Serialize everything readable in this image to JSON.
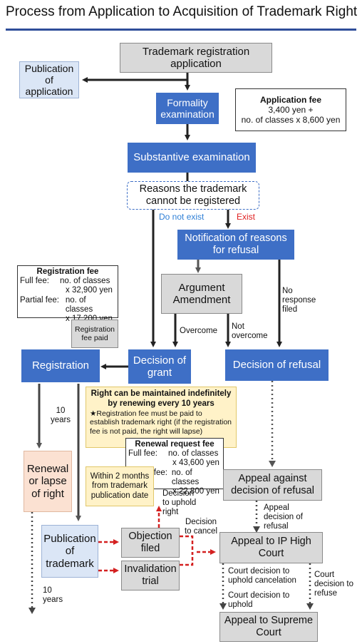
{
  "title": "Process from Application to Acquisition of Trademark Right",
  "boxes": {
    "application": "Trademark registration application",
    "publication_app": "Publication of application",
    "formality": "Formality examination",
    "substantive": "Substantive examination",
    "reasons": "Reasons the trademark cannot be registered",
    "notification": "Notification of reasons for refusal",
    "argument": "Argument Amendment",
    "decision_grant": "Decision of grant",
    "decision_refusal": "Decision of refusal",
    "registration": "Registration",
    "renewal_lapse": "Renewal or lapse of right",
    "appeal_refusal": "Appeal against decision of refusal",
    "publication_tm": "Publication of trademark",
    "objection": "Objection filed",
    "invalidation": "Invalidation trial",
    "appeal_ip": "Appeal to IP High Court",
    "appeal_supreme": "Appeal to Supreme Court",
    "reg_fee_paid": "Registration fee paid"
  },
  "app_fee": {
    "heading": "Application fee",
    "line1": "3,400 yen +",
    "line2": "no. of classes x 8,600 yen"
  },
  "registration_fee": {
    "heading": "Registration fee",
    "full_label": "Full fee:",
    "full_1": "no. of classes",
    "full_2": "x 32,900 yen",
    "partial_label": "Partial fee:",
    "partial_1": "no. of classes",
    "partial_2": "x 17,200 yen"
  },
  "renewal_fee": {
    "heading": "Renewal request fee",
    "full_label": "Full fee:",
    "full_1": "no. of classes",
    "full_2": "x 43,600 yen",
    "partial_label": "Partial fee:",
    "partial_1": "no. of classes",
    "partial_2": "x 22,800 yen"
  },
  "right_note": {
    "heading1": "Right can be maintained indefinitely",
    "heading2": "by renewing every 10 years",
    "body": "★Registration fee must be paid to establish trademark right (if the registration fee is not paid, the right will lapse)"
  },
  "within_note": "Within 2 months from trademark publication date",
  "labels": {
    "do_not_exist": "Do not exist",
    "exist": "Exist",
    "overcome": "Overcome",
    "not_overcome": "Not overcome",
    "no_response": "No response filed",
    "ten_years_1": "10 years",
    "ten_years_2": "10 years",
    "decision_uphold": "Decision to uphold right",
    "decision_cancel": "Decision to cancel",
    "appeal_decision": "Appeal decision of refusal",
    "court_uphold_cancel": "Court decision to uphold cancelation",
    "court_uphold": "Court decision to uphold",
    "court_refuse": "Court decision to refuse"
  },
  "colors": {
    "blue_box": "#3e6fc6",
    "gray_box": "#d9d9d9",
    "title_rule": "#2f4e9a",
    "exist_red": "#e02020",
    "do_not_exist_blue": "#2e7fd6",
    "dashed_red": "#d42020"
  }
}
